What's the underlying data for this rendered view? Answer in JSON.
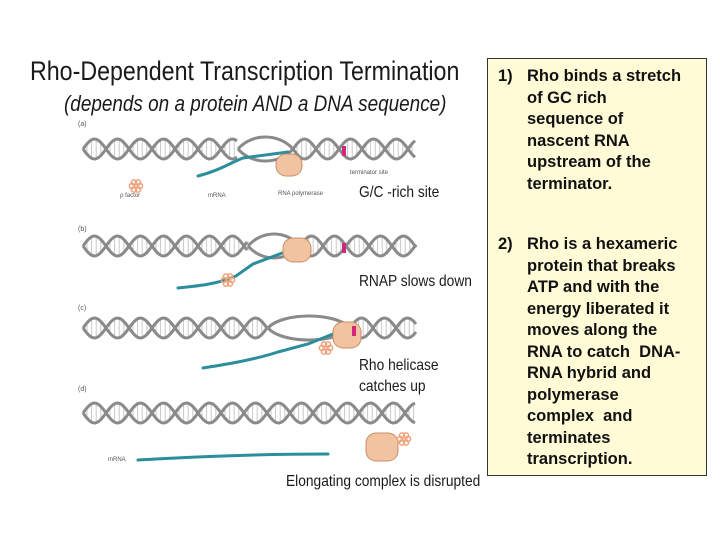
{
  "title": "Rho-Dependent Transcription Termination",
  "subtitle": "(depends on a protein AND a DNA sequence)",
  "figure": {
    "panel_letters": [
      "(a)",
      "(b)",
      "(c)",
      "(d)"
    ],
    "small_labels": {
      "terminator_site": "terminator site",
      "rho_factor": "ρ factor",
      "mrna": "mRNA",
      "rna_polymerase": "RNA polymerase"
    },
    "captions": {
      "gc_site": "G/C -rich site",
      "rnap_slows": "RNAP slows down",
      "rho_helicase_1": "Rho helicase",
      "rho_helicase_2": "catches up",
      "disrupted": "Elongating complex is disrupted"
    },
    "colors": {
      "dna": "#8a8a8a",
      "rna": "#2a8f9a",
      "polymerase": "#f1c3a0",
      "rho": "#f0a27c",
      "terminator": "#d2287a"
    }
  },
  "points": [
    {
      "number": "1)",
      "lines": [
        "Rho binds a stretch",
        "of GC rich",
        "sequence of",
        "nascent RNA",
        "upstream of the",
        "terminator."
      ]
    },
    {
      "number": "2)",
      "lines": [
        "Rho is a hexameric",
        "protein that breaks",
        "ATP and with the",
        "energy liberated it",
        "moves along the",
        "RNA to catch  DNA-",
        "RNA hybrid and",
        "polymerase",
        "complex  and",
        "terminates",
        "transcription."
      ]
    }
  ]
}
